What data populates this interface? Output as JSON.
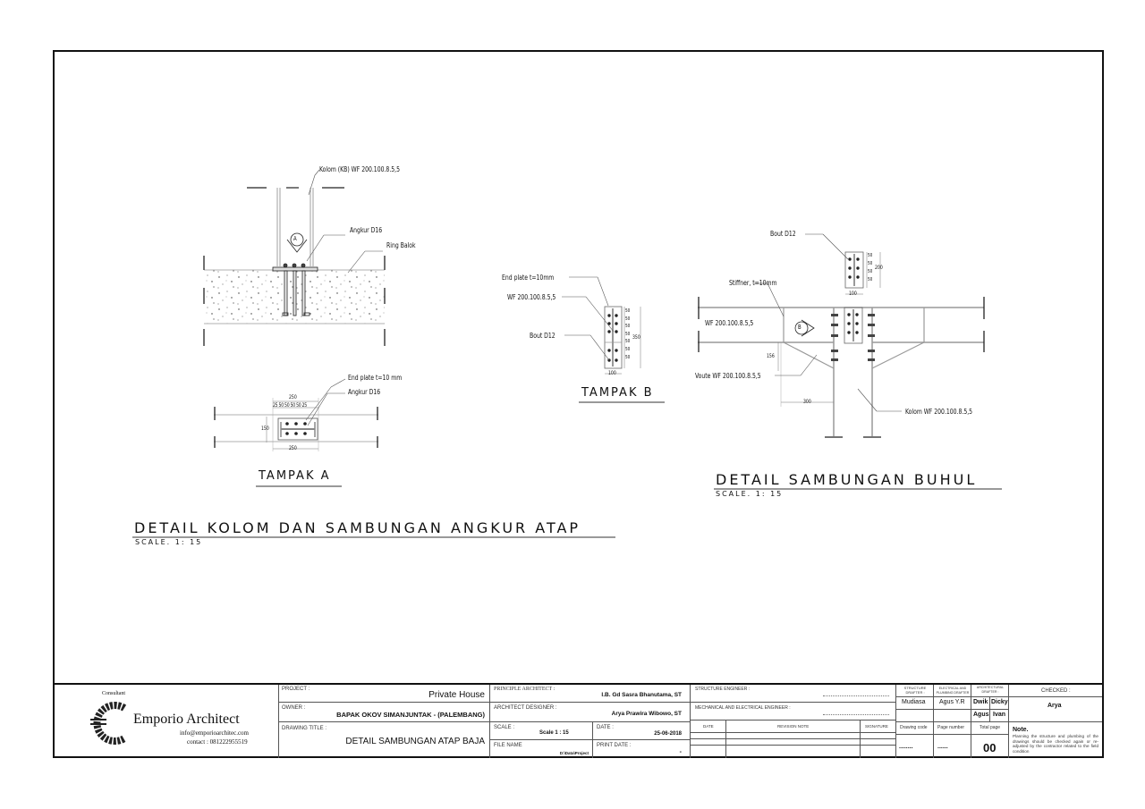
{
  "drawing": {
    "detail_a": {
      "labels": {
        "kolom": "Kolom (KB) WF 200.100.8.5,5",
        "angkur": "Angkur D16",
        "ring_balok": "Ring Balok",
        "marker": "A"
      }
    },
    "tampak_a": {
      "title": "TAMPAK A",
      "labels": {
        "end_plate": "End plate t=10 mm",
        "angkur": "Angkur D16"
      },
      "dims": {
        "top_width": "250",
        "segments": "25 50 50 50 50 25",
        "height": "150",
        "bottom_width": "250"
      }
    },
    "tampak_b": {
      "title": "TAMPAK B",
      "labels": {
        "end_plate": "End plate t=10mm",
        "wf": "WF 200.100.8.5,5",
        "bout": "Bout D12"
      },
      "dims": {
        "spacing": [
          "50",
          "50",
          "50",
          "50",
          "50",
          "50",
          "50"
        ],
        "total": "350",
        "width": "100"
      }
    },
    "buhul": {
      "title": "DETAIL SAMBUNGAN BUHUL",
      "scale": "SCALE. 1: 15",
      "labels": {
        "bout": "Bout D12",
        "stiffner": "Stiffner, t=10mm",
        "wf": "WF 200.100.8.5,5",
        "voute": "Voute WF 200.100.8.5,5",
        "kolom": "Kolom WF 200.100.8.5,5",
        "marker": "B"
      },
      "dims": {
        "plate_spacing": [
          "50",
          "50",
          "50",
          "50"
        ],
        "plate_total": "200",
        "plate_width": "100",
        "voute_height": "156",
        "voute_length": "300"
      }
    },
    "main_title": "DETAIL KOLOM DAN SAMBUNGAN ANGKUR ATAP",
    "main_scale": "SCALE. 1: 15"
  },
  "title_block": {
    "consultant_label": "Consultant",
    "firm_name": "Emporio Architect",
    "email": "info@emporioarchitec.com",
    "contact": "contact : 081222955519",
    "project_label": "PROJECT :",
    "project_value": "Private House",
    "owner_label": "OWNER :",
    "owner_value": "BAPAK OKOV SIMANJUNTAK - (PALEMBANG)",
    "drawing_title_label": "DRAWING TITLE :",
    "drawing_title_value": "DETAIL SAMBUNGAN ATAP BAJA",
    "principle_architect_label": "PRINCIPLE ARCHITECT :",
    "principle_architect_value": "I.B. Gd Sasra Bhanutama, ST",
    "architect_designer_label": "ARCHITECT DESIGNER :",
    "architect_designer_value": "Arya Prawira Wibowo, ST",
    "scale_label": "SCALE :",
    "scale_value": "Scale 1 : 15",
    "date_label": "DATE :",
    "date_value": "25-06-2018",
    "file_name_label": "FILE NAME",
    "file_name_value": "D:\\Data\\Project",
    "print_date_label": "PRINT DATE :",
    "print_date_value": "-",
    "structure_engineer_label": "STRUCTURE ENGINEER :",
    "me_engineer_label": "MECHANICAL AND ELECTRICAL ENGINEER :",
    "revision_headers": [
      "DATE",
      "REVISION NOTE",
      "SIGNATURE"
    ],
    "structure_drafter_label": "STRUCTURE DRAFTER :",
    "structure_drafter_value": "Mudiasa",
    "electrical_drafter_label": "ELECTRICAL AND PLUMBING DRAFTER",
    "electrical_drafter_value": "Agus Y.R",
    "architectural_drafter_label": "ARCHITECTURAL DRAFTER :",
    "architectural_drafters": [
      "Dwik",
      "Dicky",
      "Agus",
      "Ivan"
    ],
    "checked_label": "CHECKED :",
    "checked_value": "Arya",
    "drawing_code_label": "Drawing code",
    "drawing_code_value": "........",
    "page_number_label": "Page number",
    "page_number_value": "......",
    "total_page_label": "Total page",
    "total_page_value": "00",
    "note_title": "Note.",
    "note_text": "Planning the structure and plumbing of the drawings should be checked again or re-adjusted by the contractor related to the field condition"
  }
}
